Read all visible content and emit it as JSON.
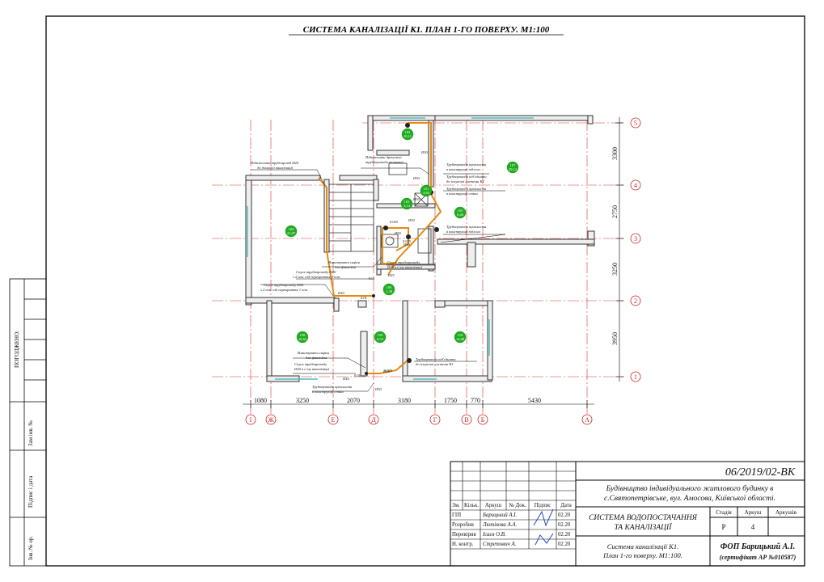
{
  "title": "СИСТЕМА КАНАЛІЗАЦІЇ К1. ПЛАН 1-ГО ПОВЕРХУ. М1:100",
  "axes_vertical": [
    "І",
    "Ж",
    "Е",
    "Д",
    "Г",
    "В",
    "Б",
    "А"
  ],
  "axes_horizontal": [
    "5",
    "4",
    "3",
    "2",
    "1"
  ],
  "dims_bottom": [
    "1080",
    "3250",
    "2070",
    "3180",
    "1750",
    "770",
    "5430"
  ],
  "dims_right": [
    "3300",
    "2750",
    "3250",
    "3950"
  ],
  "rooms": [
    {
      "code": "102",
      "area": "10,11"
    },
    {
      "code": "101",
      "area": "4,82"
    },
    {
      "code": "107",
      "area": "29,12"
    },
    {
      "code": "103",
      "area": "3,14"
    },
    {
      "code": "104",
      "area": "21,07"
    },
    {
      "code": "105",
      "area": "6,46"
    },
    {
      "code": "106",
      "area": "1,38"
    },
    {
      "code": "108",
      "area": "10,62"
    },
    {
      "code": "109",
      "area": "8,53"
    },
    {
      "code": "110",
      "area": "14,98"
    }
  ],
  "notes": [
    "Підключити трубопровід Ø20",
    "до дощової каналізації",
    "Підключити дренажні",
    "трубопроводи топкової",
    "Трубопроводи прокласти",
    "в конструкції підлоги",
    "Трубопроводи під'єднати",
    "до існуючої системи К1",
    "Трубопроводи прокласти",
    "в конструкції стіни",
    "Трубопроводи прокласти",
    "в конструкції підлоги",
    "Влаштувати сифон",
    "для фанкойла",
    "Спуск трубопроводу Ø20",
    "з 2 пов. під перекриття 1 пов.",
    "Спуск трубопроводу Ø20",
    "з 2 пов. під перекриття 1 пов.",
    "Спуск трубопроводу",
    "Ø25 в с-му каналізації",
    "Влаштувати сифон",
    "для фанкойла",
    "Спуск трубопроводу",
    "Ø20 в с-му каналізації",
    "Трубопроводи прокласти",
    "в конструкції стіни",
    "Трубопроводи під'єднати",
    "до існуючої системи К1"
  ],
  "pipe_labels": [
    "Ø50",
    "Ø50",
    "Ø50",
    "Ø50",
    "Ø50",
    "Ø25",
    "Ø25",
    "Ø20",
    "Ø20",
    "Ø50",
    "Ø50",
    "0.01",
    "0.01",
    "0.01",
    "0.025",
    "0.025",
    "0.025"
  ],
  "left_stamp": {
    "agreed": "ПОГОДЖЕНО:",
    "inv_no": "Зам інв. №",
    "sign_date": "Підпис і дата",
    "inv_no_orig": "Інв. № ор."
  },
  "title_block": {
    "doc_code": "06/2019/02-ВК",
    "project": "Будівництво індивідуального житлового будинку в с.Святопетрівське, вул. Амосова, Київської області.",
    "headers": [
      "Зм.",
      "Кільк.",
      "Аркуш",
      "№ Док.",
      "Підпис",
      "Дата"
    ],
    "roles": [
      {
        "role": "ГІП",
        "name": "Барицький А.І.",
        "date": "02.20"
      },
      {
        "role": "Розробив",
        "name": "Лютікова А.А.",
        "date": "02.20"
      },
      {
        "role": "Перевірив",
        "name": "Ісаєв О.В.",
        "date": "02.20"
      },
      {
        "role": "Н. контр.",
        "name": "Стретович А.",
        "date": "02.20"
      }
    ],
    "section": "СИСТЕМА ВОДОПОСТАЧАННЯ ТА КАНАЛІЗАЦІЇ",
    "stage_header": "Стадія",
    "sheet_header": "Аркуш",
    "sheets_header": "Аркушів",
    "stage": "Р",
    "sheet": "4",
    "sheets": "",
    "drawing_name": "Система каналізації К1. План 1-го поверху. М1:100.",
    "company": "ФОП Барицький А.І.",
    "certificate": "(сертифікат АР №010587)"
  }
}
